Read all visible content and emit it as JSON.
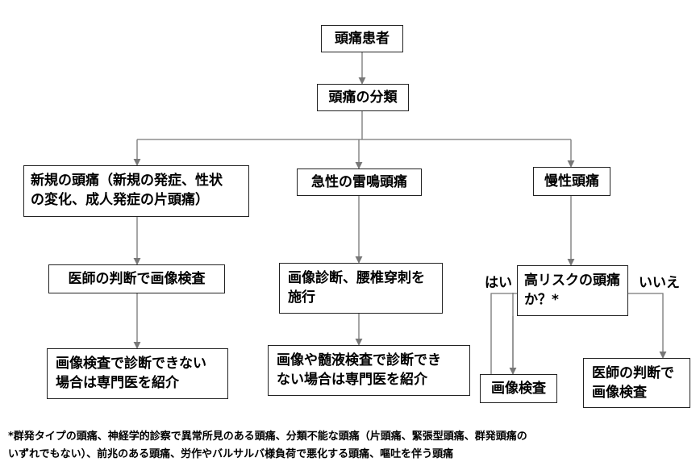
{
  "nodes": {
    "patient": "頭痛患者",
    "classify": "頭痛の分類",
    "new_line1": "新規の頭痛（新規の発症、性状",
    "new_line2": "の変化、成人発症の片頭痛）",
    "acute": "急性の雷鳴頭痛",
    "chronic": "慢性頭痛",
    "doctor_imaging": "医師の判断で画像検査",
    "diag_line1": "画像診断、腰椎穿刺を",
    "diag_line2": "施行",
    "highrisk_line1": "高リスクの頭痛",
    "highrisk_line2": "か？*",
    "refer1_line1": "画像検査で診断できない",
    "refer1_line2": "場合は専門医を紹介",
    "refer2_line1": "画像や髄液検査で診断でき",
    "refer2_line2": "ない場合は専門医を紹介",
    "imaging": "画像検査",
    "doctor2_line1": "医師の判断で",
    "doctor2_line2": "画像検査"
  },
  "labels": {
    "yes": "はい",
    "no": "いいえ"
  },
  "footnote": {
    "line1": "*群発タイプの頭痛、神経学的診察で異常所見のある頭痛、分類不能な頭痛（片頭痛、緊張型頭痛、群発頭痛の",
    "line2": "いずれでもない）、前兆のある頭痛、労作やバルサルバ様負荷で悪化する頭痛、嘔吐を伴う頭痛"
  },
  "colors": {
    "border": "#222222",
    "connector": "#777777"
  }
}
